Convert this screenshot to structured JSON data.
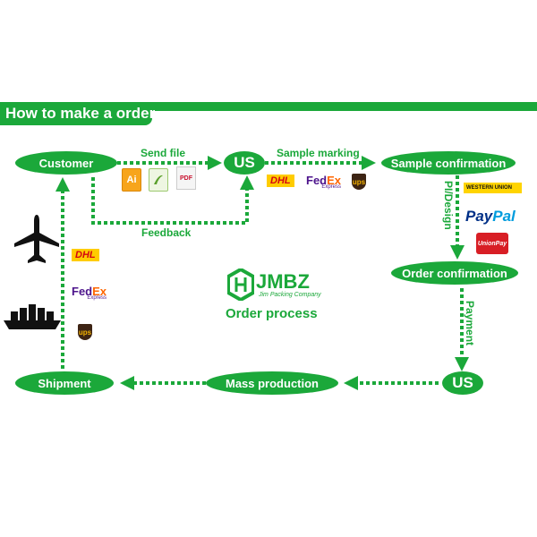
{
  "header": {
    "title": "How to make a order"
  },
  "nodes": {
    "customer": "Customer",
    "us_top": "US",
    "sample_confirmation": "Sample confirmation",
    "order_confirmation": "Order confirmation",
    "us_bottom": "US",
    "mass_production": "Mass production",
    "shipment": "Shipment"
  },
  "labels": {
    "send_file": "Send file",
    "sample_marking": "Sample marking",
    "feedback": "Feedback",
    "pi_design": "PI/Design",
    "payment": "Payment"
  },
  "logos": {
    "dhl": "DHL",
    "fedex_fe": "Fed",
    "fedex_ex": "Ex",
    "fedex_sub": "Express",
    "ups": "ups",
    "paypal_pay": "Pay",
    "paypal_pal": "Pal",
    "western_union": "WESTERN UNION",
    "unionpay": "UnionPay",
    "ai_file": "Ai",
    "pdf_file": "PDF"
  },
  "brand": {
    "name": "JMBZ",
    "tagline": "Jim Packing Company",
    "title": "Order process"
  },
  "colors": {
    "accent": "#1ba83a"
  }
}
